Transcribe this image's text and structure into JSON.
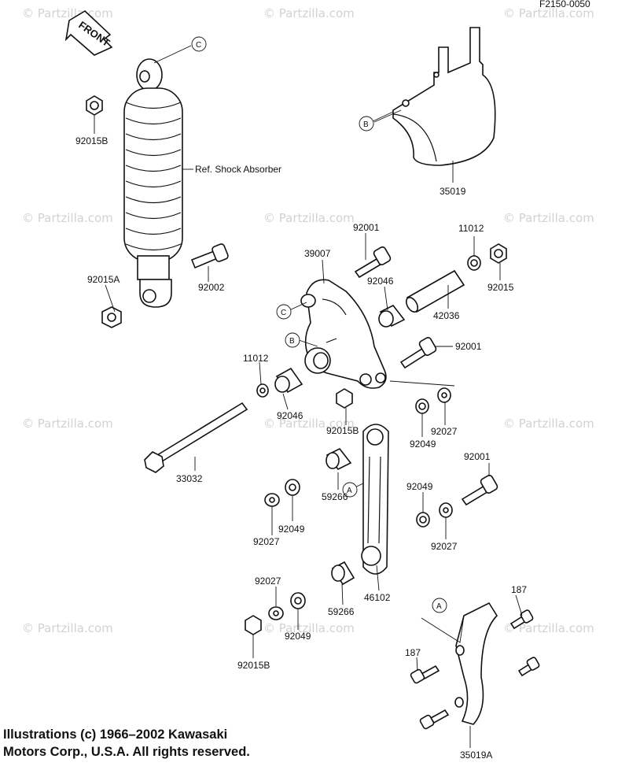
{
  "figure_code": "F2150-0050",
  "front_label": "FRONT",
  "watermark": "© Partzilla.com",
  "ref_note": "Ref. Shock Absorber",
  "callouts": {
    "a": "A",
    "b": "B",
    "c": "C"
  },
  "part_numbers": {
    "p92015B_top": "92015B",
    "p92015A": "92015A",
    "p92002": "92002",
    "p35019": "35019",
    "p92001_a": "92001",
    "p11012_a": "11012",
    "p39007": "39007",
    "p92046_a": "92046",
    "p92015": "92015",
    "p42036": "42036",
    "p92001_b": "92001",
    "p11012_b": "11012",
    "p92046_b": "92046",
    "p92015B_mid": "92015B",
    "p92049_a": "92049",
    "p92027_a": "92027",
    "p33032": "33032",
    "p92001_c": "92001",
    "p59266_a": "59266",
    "p92049_b": "92049",
    "p92049_c": "92049",
    "p92027_b": "92027",
    "p92027_c": "92027",
    "p92027_d": "92027",
    "p59266_b": "59266",
    "p46102": "46102",
    "p92049_d": "92049",
    "p187_a": "187",
    "p187_b": "187",
    "p92015B_bot": "92015B",
    "p35019A": "35019A"
  },
  "copyright_line1": "Illustrations (c) 1966–2002 Kawasaki",
  "copyright_line2": "Motors Corp., U.S.A.  All rights reserved."
}
